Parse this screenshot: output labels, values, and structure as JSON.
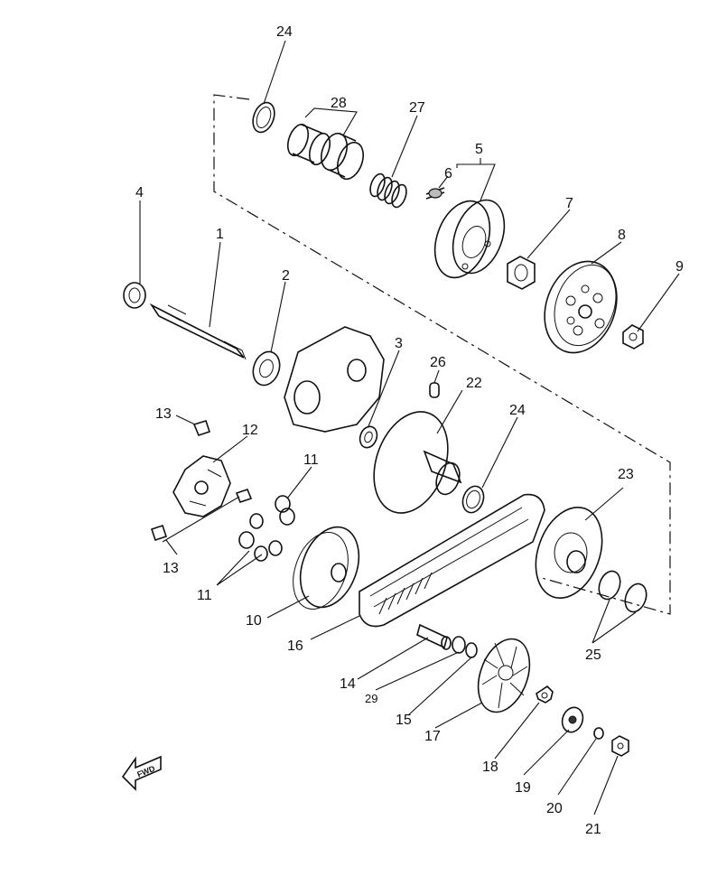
{
  "labels": {
    "l1": "1",
    "l2": "2",
    "l3": "3",
    "l4": "4",
    "l5": "5",
    "l6": "6",
    "l7": "7",
    "l8": "8",
    "l9": "9",
    "l10": "10",
    "l11a": "11",
    "l11b": "11",
    "l12": "12",
    "l13a": "13",
    "l13b": "13",
    "l14": "14",
    "l15": "15",
    "l16": "16",
    "l17": "17",
    "l18": "18",
    "l19": "19",
    "l20": "20",
    "l21": "21",
    "l22": "22",
    "l23": "23",
    "l24a": "24",
    "l24b": "24",
    "l25": "25",
    "l26": "26",
    "l27": "27",
    "l28": "28",
    "l29": "29"
  },
  "fwd_arrow": {
    "text": "FWD"
  }
}
